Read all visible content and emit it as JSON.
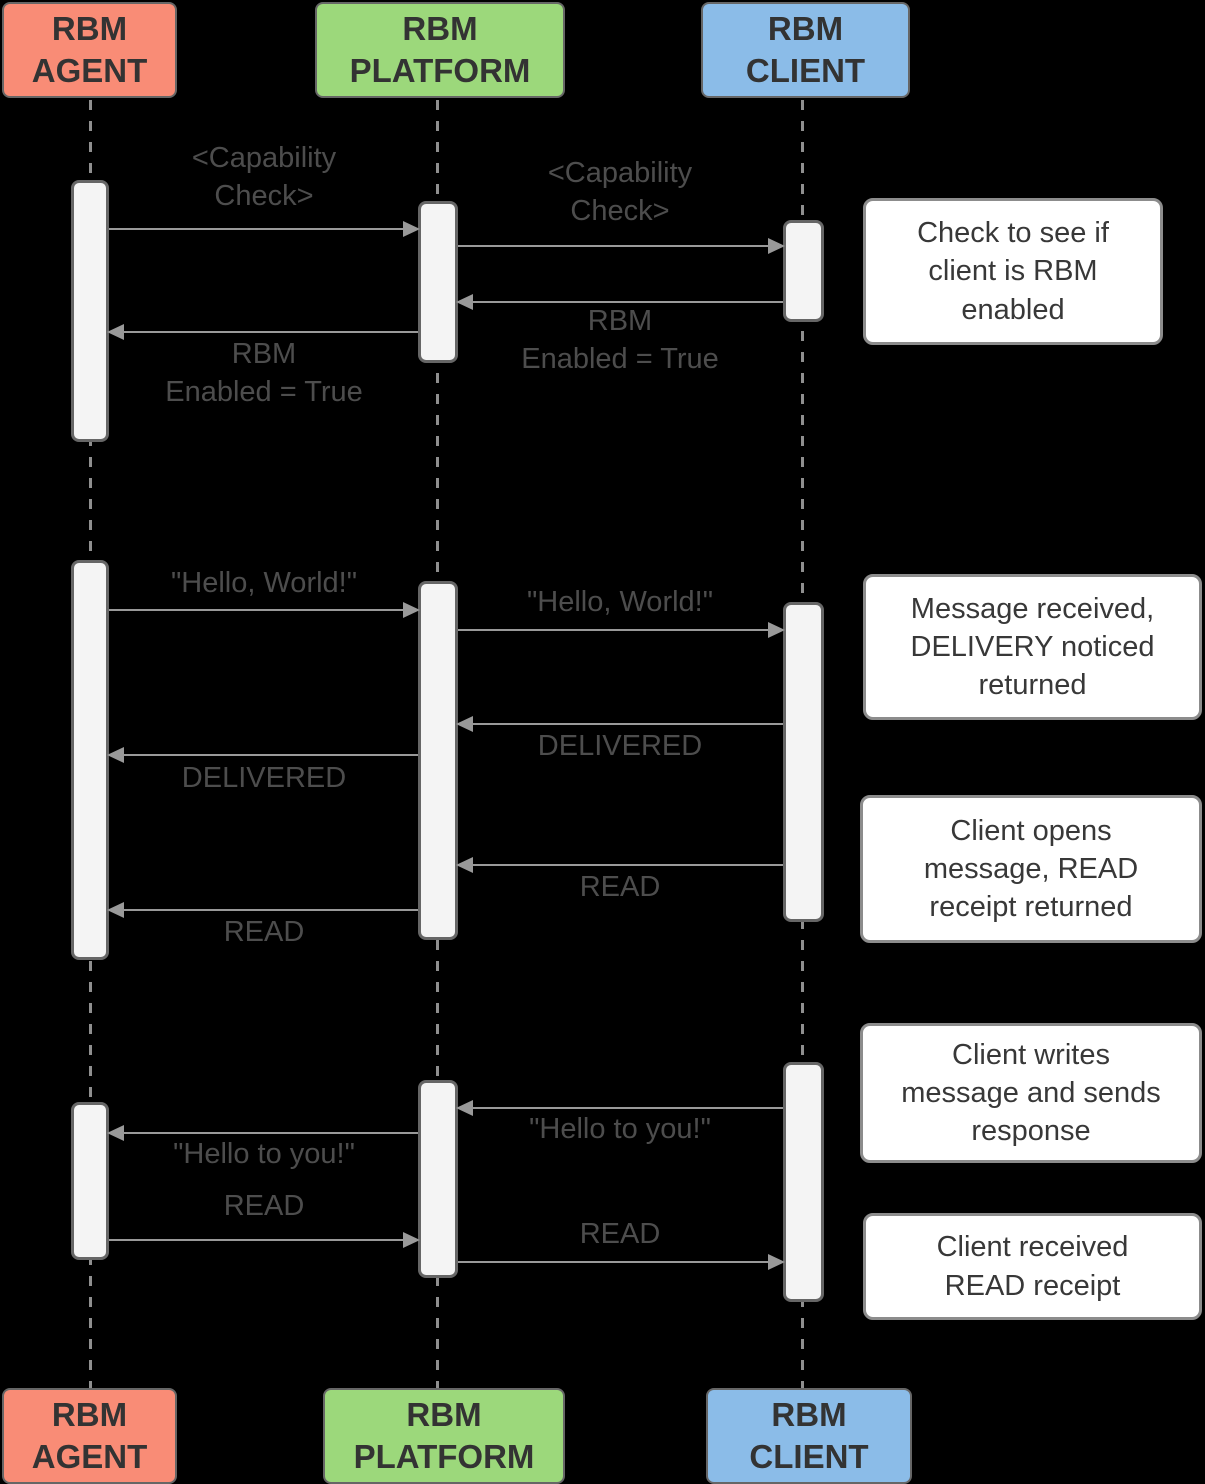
{
  "colors": {
    "background": "#000000",
    "agent_fill": "#F98C76",
    "platform_fill": "#9CD87B",
    "client_fill": "#8BBCE8",
    "actor_border": "#666666",
    "actor_text": "#333333",
    "activation_fill": "#F4F4F4",
    "line_gray": "#999999",
    "message_text": "#4D4D4D",
    "note_fill": "#FFFFFF",
    "note_border": "#8C8C8C",
    "note_text": "#383838"
  },
  "actors": {
    "agent": "RBM\nAGENT",
    "platform": "RBM\nPLATFORM",
    "client": "RBM\nCLIENT"
  },
  "messages": {
    "capability_check": "<Capability\nCheck>",
    "rbm_enabled_true": "RBM\nEnabled = True",
    "hello_world": "\"Hello, World!\"",
    "delivered": "DELIVERED",
    "read": "READ",
    "hello_to_you": "\"Hello to you!\""
  },
  "notes": {
    "capability": "Check to see if\nclient is RBM\nenabled",
    "delivery": "Message received,\nDELIVERY noticed\nreturned",
    "read_receipt": "Client opens\nmessage, READ\nreceipt returned",
    "response": "Client writes\nmessage and sends\nresponse",
    "read_received": "Client received\nREAD receipt"
  }
}
